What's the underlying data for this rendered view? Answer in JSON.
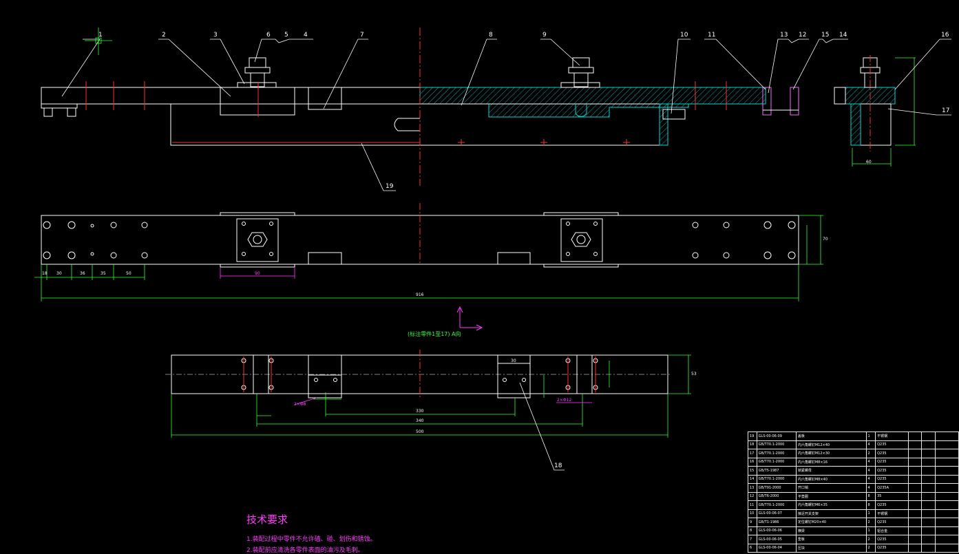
{
  "balloons": [
    "1",
    "2",
    "3",
    "6",
    "5",
    "4",
    "7",
    "8",
    "9",
    "10",
    "11",
    "13",
    "12",
    "15",
    "14",
    "16",
    "17",
    "19",
    "18"
  ],
  "dims": {
    "overall_length": "916",
    "d_18": "18",
    "d_30": "30",
    "d_36": "36",
    "d_35": "35",
    "d_50": "50",
    "d_90": "90",
    "d_70": "70",
    "d_30b": "30",
    "d_53": "53",
    "d_330": "330",
    "d_340": "340",
    "d_500": "500",
    "d_60": "60",
    "hole_a": "2×Φ8",
    "hole_b": "2×Φ12"
  },
  "view_label": "(标注零件1至17) A向",
  "tech": {
    "title": "技术要求",
    "note1": "1.装配过程中零件不允许磕、碰、划伤和锈蚀。",
    "note2": "2.装配前应清洗各零件表面的油污及毛刺。"
  },
  "bom_rows": [
    [
      "19",
      "GLS-00-06-09",
      "盖板",
      "1",
      "不锈钢"
    ],
    [
      "18",
      "GB/T70.1-2000",
      "内六角螺钉M12×40",
      "4",
      "Q235"
    ],
    [
      "17",
      "GB/T70.1-2000",
      "内六角螺钉M12×30",
      "2",
      "Q235"
    ],
    [
      "16",
      "GB/T70.1-2000",
      "内六角螺钉M8×16",
      "4",
      "Q235"
    ],
    [
      "15",
      "GB/T5-1987",
      "锁紧螺母",
      "4",
      "Q235"
    ],
    [
      "14",
      "GB/T70.1-2000",
      "内六角螺钉M8×40",
      "4",
      "Q235"
    ],
    [
      "13",
      "GB/T91-2000",
      "开口销",
      "4",
      "Q235A"
    ],
    [
      "12",
      "GB/T6-2000",
      "平垫圈",
      "8",
      "35"
    ],
    [
      "11",
      "GB/T70.1-2000",
      "内六角螺钉M6×35",
      "8",
      "Q235"
    ],
    [
      "10",
      "GLS-00-06-07",
      "接近开关支架",
      "1",
      "不锈钢"
    ],
    [
      "9",
      "GB/T1-1986",
      "定位螺钉M20×40",
      "2",
      "Q235"
    ],
    [
      "8",
      "GLS-00-06-06",
      "横梁",
      "1",
      "铝合金"
    ],
    [
      "7",
      "GLS-00-06-05",
      "垫板",
      "2",
      "Q235"
    ],
    [
      "6",
      "GLS-00-06-04",
      "压块",
      "2",
      "Q235"
    ]
  ]
}
